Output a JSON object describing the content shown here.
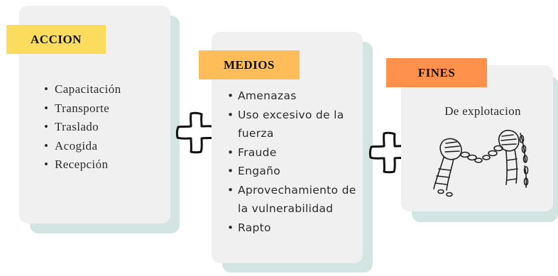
{
  "accion": {
    "title": "ACCION",
    "title_color": "#fcdc5c",
    "items": [
      "Capacitación",
      "Transporte",
      "Traslado",
      "Acogida",
      "Recepción"
    ]
  },
  "medios": {
    "title": "MEDIOS",
    "title_color": "#ffbd59",
    "items": [
      "Amenazas",
      "Uso excesivo de la fuerza",
      "Fraude",
      "Engaño",
      "Aprovechamiento de la vulnerabilidad",
      "Rapto"
    ]
  },
  "fines": {
    "title": "FINES",
    "title_color": "#ff914d",
    "text": "De explotacion",
    "illustration": "broken-chains-fists-icon"
  },
  "connectors": [
    "plus-icon",
    "plus-icon"
  ],
  "colors": {
    "card": "#f0f0f0",
    "shadow": "#d3e5e3"
  }
}
